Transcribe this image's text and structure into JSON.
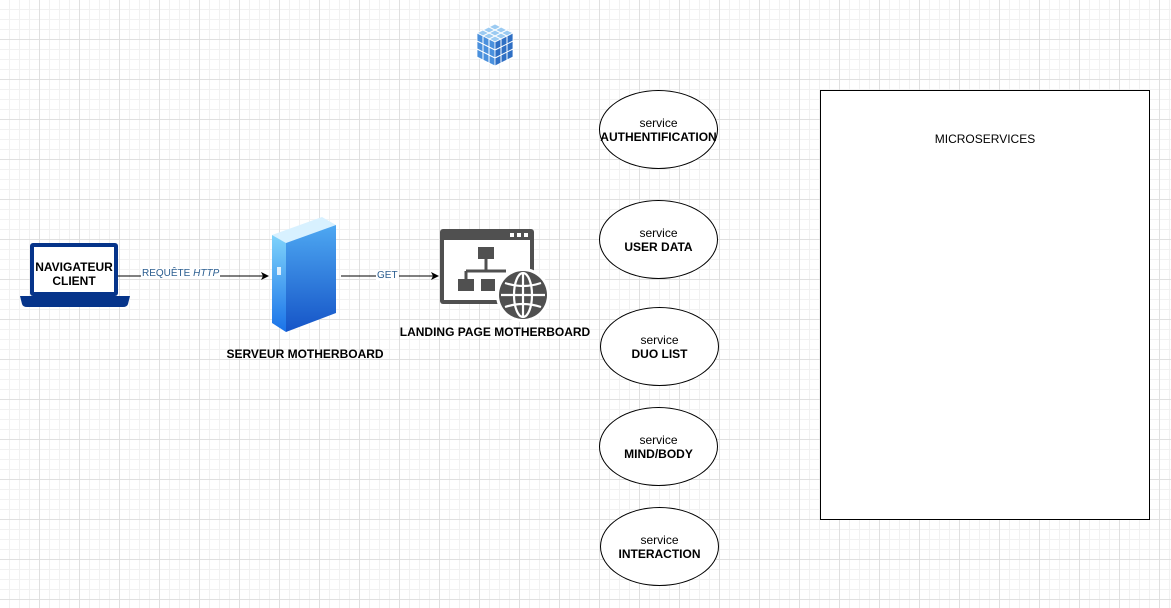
{
  "nodes": {
    "client": "NAVIGATEUR CLIENT",
    "server": "SERVEUR MOTHERBOARD",
    "landing": "LANDING PAGE MOTHERBOARD"
  },
  "edges": {
    "http_prefix": "REQUÊTE ",
    "http_em": "HTTP",
    "get": "GET"
  },
  "services": [
    {
      "kind": "service",
      "name": "AUTHENTIFICATION"
    },
    {
      "kind": "service",
      "name": "USER DATA"
    },
    {
      "kind": "service",
      "name": "DUO LIST"
    },
    {
      "kind": "service",
      "name": "MIND/BODY"
    },
    {
      "kind": "service",
      "name": "INTERACTION"
    }
  ],
  "container": {
    "title": "MICROSERVICES"
  },
  "icons": {
    "cube": "cube-grid-icon",
    "laptop": "laptop-icon",
    "server": "server-icon",
    "webpage": "web-sitemap-icon"
  },
  "colors": {
    "laptop": "#06348a",
    "edge_label": "#2a5d8f",
    "server_light": "#6cc4f5",
    "server_dark": "#1a73e8",
    "webpage": "#505050"
  }
}
